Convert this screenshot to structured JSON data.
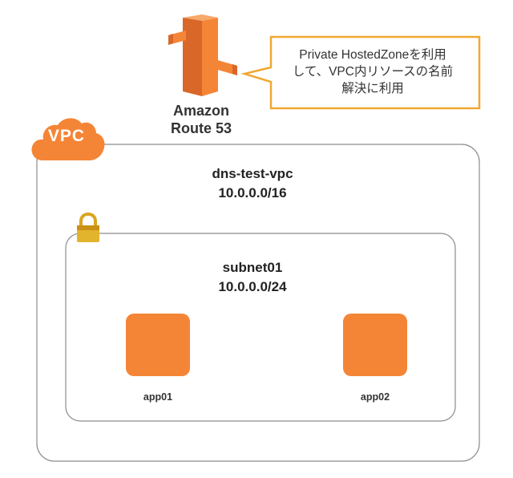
{
  "route53": {
    "label_line1": "Amazon",
    "label_line2": "Route 53"
  },
  "callout": {
    "line1": "Private HostedZoneを利用",
    "line2": "して、VPC内リソースの名前",
    "line3": "解決に利用"
  },
  "vpc": {
    "badge": "VPC",
    "name": "dns-test-vpc",
    "cidr": "10.0.0.0/16"
  },
  "subnet": {
    "name": "subnet01",
    "cidr": "10.0.0.0/24"
  },
  "instances": [
    {
      "label": "app01"
    },
    {
      "label": "app02"
    }
  ],
  "colors": {
    "aws_orange": "#F58536",
    "callout_border": "#F0A830",
    "lock_gold": "#D9A520",
    "container_border": "#8C8C8C"
  }
}
